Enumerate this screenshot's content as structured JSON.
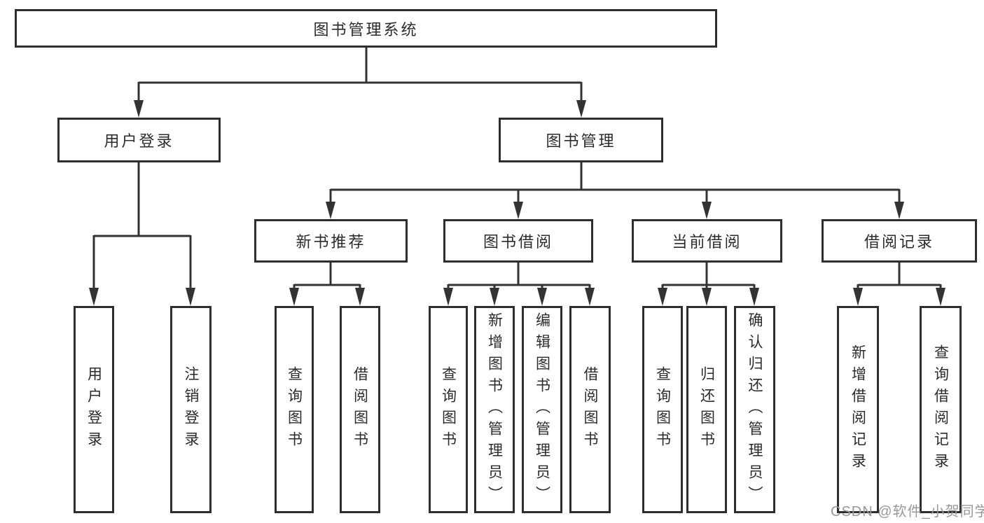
{
  "colors": {
    "line": "#333333",
    "box_border": "#2e2e2e",
    "text": "#2b2b2b",
    "watermark": "#98989b",
    "background": "#ffffff"
  },
  "watermark": {
    "text": "CSDN @软件_小贺同学"
  },
  "tree": {
    "root": {
      "label": "图书管理系统",
      "children": [
        {
          "label": "用户登录",
          "children": [
            {
              "label": "用户登录"
            },
            {
              "label": "注销登录"
            }
          ]
        },
        {
          "label": "图书管理",
          "children": [
            {
              "label": "新书推荐",
              "children": [
                {
                  "label": "查询图书"
                },
                {
                  "label": "借阅图书"
                }
              ]
            },
            {
              "label": "图书借阅",
              "children": [
                {
                  "label": "查询图书"
                },
                {
                  "label": "新增图书（管理员）"
                },
                {
                  "label": "编辑图书（管理员）"
                },
                {
                  "label": "借阅图书"
                }
              ]
            },
            {
              "label": "当前借阅",
              "children": [
                {
                  "label": "查询图书"
                },
                {
                  "label": "归还图书"
                },
                {
                  "label": "确认归还（管理员）"
                }
              ]
            },
            {
              "label": "借阅记录",
              "children": [
                {
                  "label": "新增借阅记录"
                },
                {
                  "label": "查询借阅记录"
                }
              ]
            }
          ]
        }
      ]
    }
  }
}
